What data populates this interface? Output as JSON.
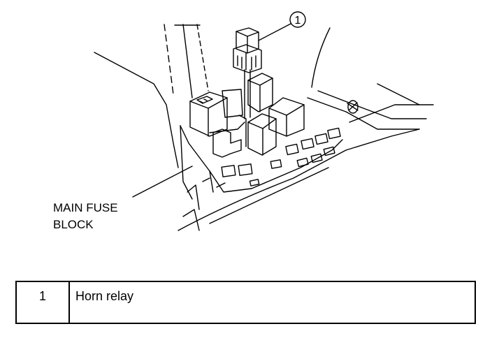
{
  "callout": {
    "number": "1",
    "block_label_line1": "MAIN FUSE",
    "block_label_line2": "BLOCK"
  },
  "legend": {
    "rows": [
      {
        "number": "1",
        "description": "Horn relay"
      }
    ]
  }
}
